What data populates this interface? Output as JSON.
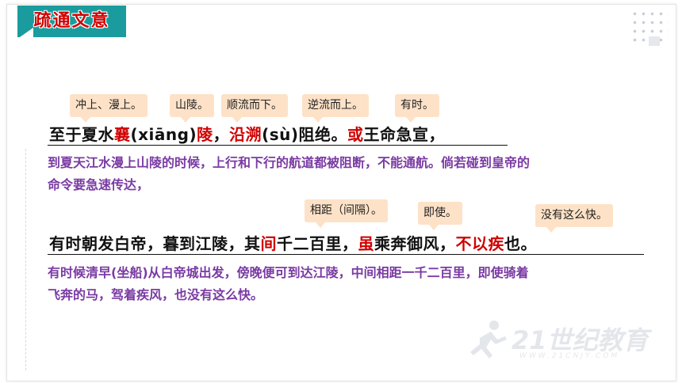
{
  "section_title": "疏通文意",
  "notes_row1": [
    "冲上、漫上。",
    "山陵。",
    "顺流而下。",
    "逆流而上。",
    "有时。"
  ],
  "line1": {
    "p1": "至于夏水",
    "h1": "襄",
    "p2": "(xiāng)",
    "h2": "陵",
    "p3": "，",
    "h3": "沿溯",
    "p4": "(sù)阻绝。",
    "h4": "或",
    "p5": "王命急宣，"
  },
  "translation1": [
    "到夏天江水漫上山陵的时候，上行和下行的航道都被阻断，不能通航。倘若碰到皇帝的",
    "命令要急速传达，"
  ],
  "notes_row2": [
    "相距（间隔）。",
    "即使。",
    "没有这么快。"
  ],
  "line2": {
    "p1": "有时朝发白帝，暮到江陵，其",
    "h1": "间",
    "p2": "千二百里，",
    "h2": "虽",
    "p3": "乘奔御风，",
    "h3": "不以疾",
    "p4": "也。"
  },
  "translation2": [
    "有时候清早(坐船)从白帝城出发，傍晚便可到达江陵，中间相距一千二百里，即使骑着",
    "飞奔的马，驾着疾风，也没有这么快。"
  ],
  "watermark": {
    "logo_text": "21世纪教育",
    "url": "WWW.21CNJY.COM"
  },
  "colors": {
    "badge": "#1a9c9e",
    "highlight": "#d10000",
    "translation": "#7a3aa3",
    "note_bg": "#fde2c8"
  }
}
